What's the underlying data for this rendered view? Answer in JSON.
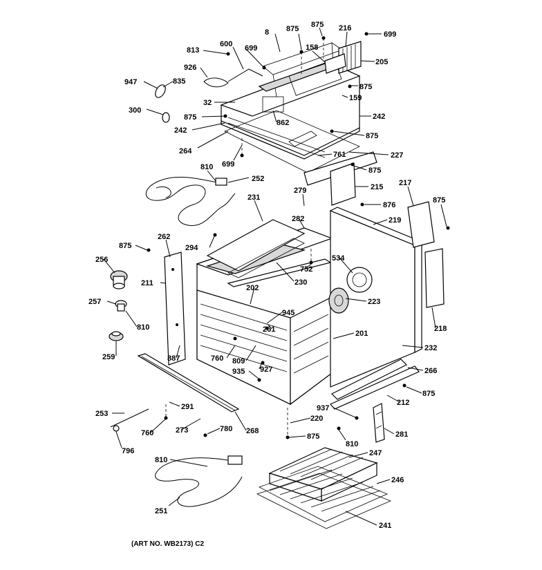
{
  "diagram": {
    "caption": "(ART NO. WB2173) C2",
    "labels": [
      {
        "id": "l8",
        "text": "8"
      },
      {
        "id": "l875a",
        "text": "875"
      },
      {
        "id": "l875b",
        "text": "875"
      },
      {
        "id": "l216",
        "text": "216"
      },
      {
        "id": "l699a",
        "text": "699"
      },
      {
        "id": "l813",
        "text": "813"
      },
      {
        "id": "l600",
        "text": "600"
      },
      {
        "id": "l699b",
        "text": "699"
      },
      {
        "id": "l158",
        "text": "158"
      },
      {
        "id": "l205",
        "text": "205"
      },
      {
        "id": "l926",
        "text": "926"
      },
      {
        "id": "l947",
        "text": "947"
      },
      {
        "id": "l835",
        "text": "835"
      },
      {
        "id": "l875c",
        "text": "875"
      },
      {
        "id": "l32",
        "text": "32"
      },
      {
        "id": "l159",
        "text": "159"
      },
      {
        "id": "l300",
        "text": "300"
      },
      {
        "id": "l875d",
        "text": "875"
      },
      {
        "id": "l242a",
        "text": "242"
      },
      {
        "id": "l862",
        "text": "862"
      },
      {
        "id": "l242b",
        "text": "242"
      },
      {
        "id": "l875e",
        "text": "875"
      },
      {
        "id": "l264",
        "text": "264"
      },
      {
        "id": "l227",
        "text": "227"
      },
      {
        "id": "l761",
        "text": "761"
      },
      {
        "id": "l699c",
        "text": "699"
      },
      {
        "id": "l875f",
        "text": "875"
      },
      {
        "id": "l810a",
        "text": "810"
      },
      {
        "id": "l252",
        "text": "252"
      },
      {
        "id": "l215",
        "text": "215"
      },
      {
        "id": "l279",
        "text": "279"
      },
      {
        "id": "l217",
        "text": "217"
      },
      {
        "id": "l231",
        "text": "231"
      },
      {
        "id": "l876",
        "text": "876"
      },
      {
        "id": "l875g",
        "text": "875"
      },
      {
        "id": "l282",
        "text": "282"
      },
      {
        "id": "l219",
        "text": "219"
      },
      {
        "id": "l262",
        "text": "262"
      },
      {
        "id": "l294",
        "text": "294"
      },
      {
        "id": "l875h",
        "text": "875"
      },
      {
        "id": "l752",
        "text": "752"
      },
      {
        "id": "l256",
        "text": "256"
      },
      {
        "id": "l534",
        "text": "534"
      },
      {
        "id": "l211",
        "text": "211"
      },
      {
        "id": "l230",
        "text": "230"
      },
      {
        "id": "l202",
        "text": "202"
      },
      {
        "id": "l223",
        "text": "223"
      },
      {
        "id": "l257",
        "text": "257"
      },
      {
        "id": "l945",
        "text": "945"
      },
      {
        "id": "l810b",
        "text": "810"
      },
      {
        "id": "l218",
        "text": "218"
      },
      {
        "id": "l261",
        "text": "261"
      },
      {
        "id": "l201",
        "text": "201"
      },
      {
        "id": "l259",
        "text": "259"
      },
      {
        "id": "l232",
        "text": "232"
      },
      {
        "id": "l887",
        "text": "887"
      },
      {
        "id": "l760a",
        "text": "760"
      },
      {
        "id": "l809",
        "text": "809"
      },
      {
        "id": "l927",
        "text": "927"
      },
      {
        "id": "l266",
        "text": "266"
      },
      {
        "id": "l935",
        "text": "935"
      },
      {
        "id": "l875i",
        "text": "875"
      },
      {
        "id": "l212",
        "text": "212"
      },
      {
        "id": "l291",
        "text": "291"
      },
      {
        "id": "l937",
        "text": "937"
      },
      {
        "id": "l253",
        "text": "253"
      },
      {
        "id": "l220",
        "text": "220"
      },
      {
        "id": "l760b",
        "text": "760"
      },
      {
        "id": "l273",
        "text": "273"
      },
      {
        "id": "l780",
        "text": "780"
      },
      {
        "id": "l268",
        "text": "268"
      },
      {
        "id": "l810c",
        "text": "810"
      },
      {
        "id": "l281",
        "text": "281"
      },
      {
        "id": "l875j",
        "text": "875"
      },
      {
        "id": "l796",
        "text": "796"
      },
      {
        "id": "l247",
        "text": "247"
      },
      {
        "id": "l810d",
        "text": "810"
      },
      {
        "id": "l246",
        "text": "246"
      },
      {
        "id": "l251",
        "text": "251"
      },
      {
        "id": "l241",
        "text": "241"
      }
    ]
  }
}
